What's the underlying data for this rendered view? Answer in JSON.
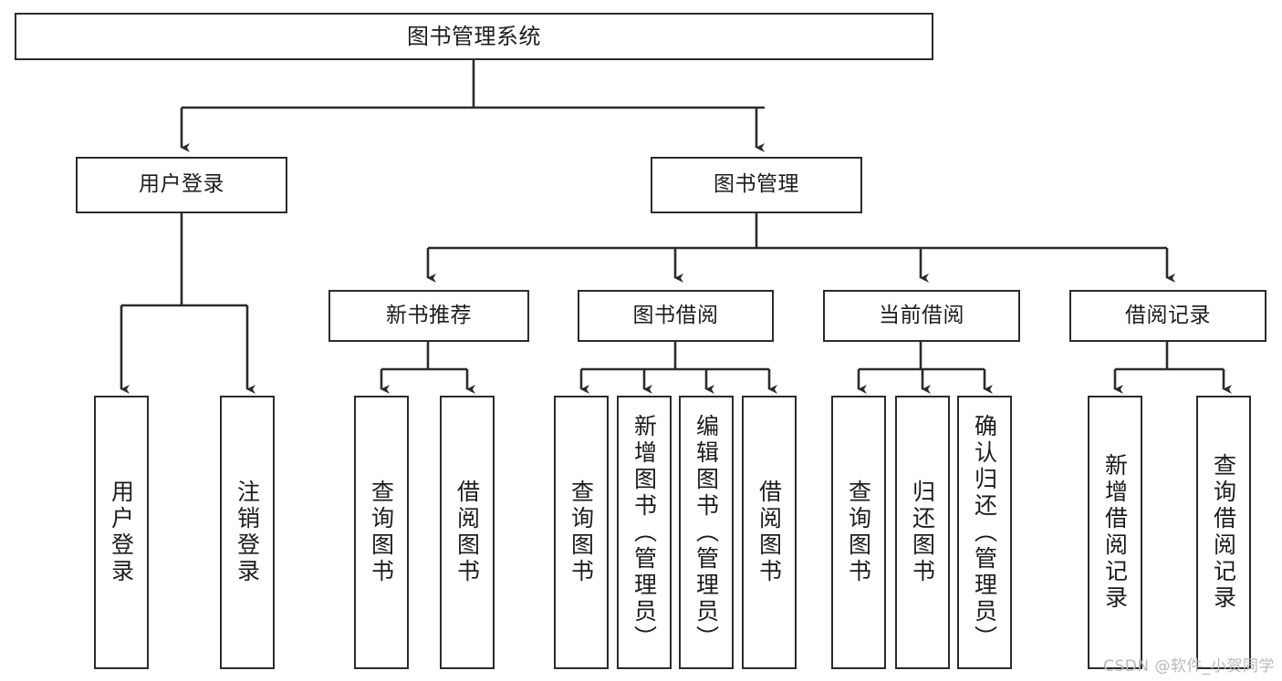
{
  "diagram": {
    "title": "图书管理系统",
    "type": "tree-hierarchy",
    "watermark": "CSDN @软件_小贺同学",
    "colors": {
      "stroke": "#2b2b2b",
      "fill": "#ffffff",
      "text": "#1c1c1c",
      "watermark": "#b9b9b9"
    },
    "root": {
      "label": "图书管理系统"
    },
    "level1": [
      {
        "label": "用户登录"
      },
      {
        "label": "图书管理"
      }
    ],
    "level2": [
      {
        "label": "新书推荐"
      },
      {
        "label": "图书借阅"
      },
      {
        "label": "当前借阅"
      },
      {
        "label": "借阅记录"
      }
    ],
    "leaves": {
      "user_login": [
        {
          "label": "用户登录"
        },
        {
          "label": "注销登录"
        }
      ],
      "new_book": [
        {
          "label": "查询图书"
        },
        {
          "label": "借阅图书"
        }
      ],
      "book_borrow": [
        {
          "label": "查询图书"
        },
        {
          "label": "新增图书（管理员）"
        },
        {
          "label": "编辑图书（管理员）"
        },
        {
          "label": "借阅图书"
        }
      ],
      "current_borrow": [
        {
          "label": "查询图书"
        },
        {
          "label": "归还图书"
        },
        {
          "label": "确认归还（管理员）"
        }
      ],
      "borrow_record": [
        {
          "label": "新增借阅记录"
        },
        {
          "label": "查询借阅记录"
        }
      ]
    }
  }
}
